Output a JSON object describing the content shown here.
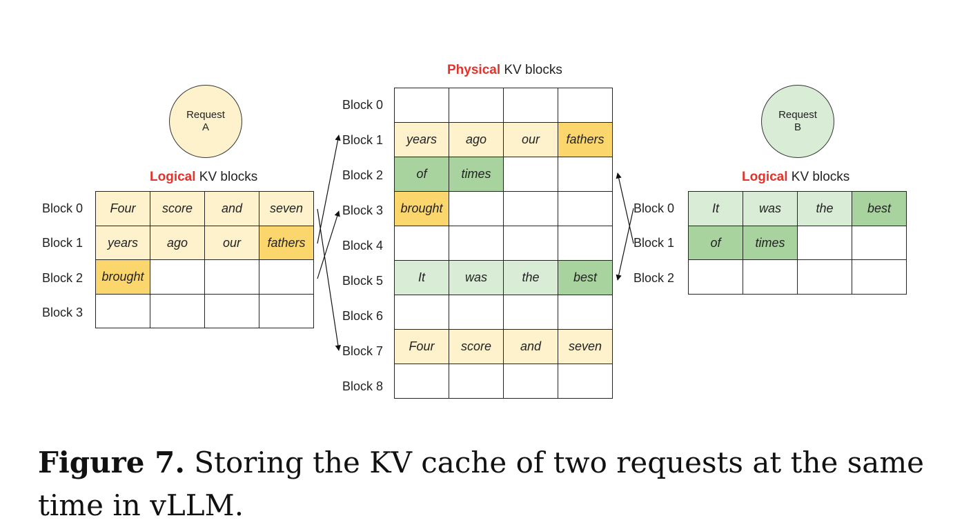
{
  "colors": {
    "accent": "#e2332c",
    "yellow_light": "#fdf2cc",
    "yellow_dark": "#fbd66d",
    "green_light": "#d9ecd6",
    "green_dark": "#a9d39e",
    "circle_a": "#fdf2cc",
    "circle_b": "#d9ecd6"
  },
  "physical": {
    "title_accent": "Physical",
    "title_rest": " KV blocks",
    "rows": [
      {
        "label": "Block 0",
        "cells": [
          "",
          "",
          "",
          ""
        ],
        "shades": [
          "",
          "",
          "",
          ""
        ]
      },
      {
        "label": "Block 1",
        "cells": [
          "years",
          "ago",
          "our",
          "fathers"
        ],
        "shades": [
          "yl",
          "yl",
          "yl",
          "yd"
        ]
      },
      {
        "label": "Block 2",
        "cells": [
          "of",
          "times",
          "",
          ""
        ],
        "shades": [
          "gd",
          "gd",
          "",
          ""
        ]
      },
      {
        "label": "Block 3",
        "cells": [
          "brought",
          "",
          "",
          ""
        ],
        "shades": [
          "yd",
          "",
          "",
          ""
        ]
      },
      {
        "label": "Block 4",
        "cells": [
          "",
          "",
          "",
          ""
        ],
        "shades": [
          "",
          "",
          "",
          ""
        ]
      },
      {
        "label": "Block 5",
        "cells": [
          "It",
          "was",
          "the",
          "best"
        ],
        "shades": [
          "gl",
          "gl",
          "gl",
          "gd"
        ]
      },
      {
        "label": "Block 6",
        "cells": [
          "",
          "",
          "",
          ""
        ],
        "shades": [
          "",
          "",
          "",
          ""
        ]
      },
      {
        "label": "Block 7",
        "cells": [
          "Four",
          "score",
          "and",
          "seven"
        ],
        "shades": [
          "yl",
          "yl",
          "yl",
          "yl"
        ]
      },
      {
        "label": "Block 8",
        "cells": [
          "",
          "",
          "",
          ""
        ],
        "shades": [
          "",
          "",
          "",
          ""
        ]
      }
    ]
  },
  "request_a": {
    "circle_line1": "Request",
    "circle_line2": "A",
    "title_accent": "Logical",
    "title_rest": " KV blocks",
    "rows": [
      {
        "label": "Block 0",
        "cells": [
          "Four",
          "score",
          "and",
          "seven"
        ],
        "shades": [
          "yl",
          "yl",
          "yl",
          "yl"
        ]
      },
      {
        "label": "Block 1",
        "cells": [
          "years",
          "ago",
          "our",
          "fathers"
        ],
        "shades": [
          "yl",
          "yl",
          "yl",
          "yd"
        ]
      },
      {
        "label": "Block 2",
        "cells": [
          "brought",
          "",
          "",
          ""
        ],
        "shades": [
          "yd",
          "",
          "",
          ""
        ]
      },
      {
        "label": "Block 3",
        "cells": [
          "",
          "",
          "",
          ""
        ],
        "shades": [
          "",
          "",
          "",
          ""
        ]
      }
    ]
  },
  "request_b": {
    "circle_line1": "Request",
    "circle_line2": "B",
    "title_accent": "Logical",
    "title_rest": " KV blocks",
    "rows": [
      {
        "label": "Block 0",
        "cells": [
          "It",
          "was",
          "the",
          "best"
        ],
        "shades": [
          "gl",
          "gl",
          "gl",
          "gd"
        ]
      },
      {
        "label": "Block 1",
        "cells": [
          "of",
          "times",
          "",
          ""
        ],
        "shades": [
          "gd",
          "gd",
          "",
          ""
        ]
      },
      {
        "label": "Block 2",
        "cells": [
          "",
          "",
          "",
          ""
        ],
        "shades": [
          "",
          "",
          "",
          ""
        ]
      }
    ]
  },
  "caption": {
    "label": "Figure 7.",
    "text": " Storing the KV cache of two requests at the same time in vLLM."
  }
}
